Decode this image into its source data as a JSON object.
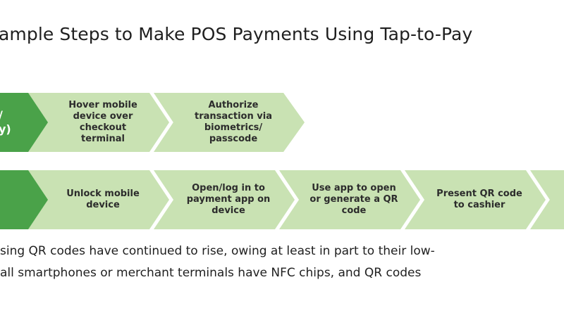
{
  "title": "ample Steps to Make POS Payments Using Tap-to-Pay",
  "row1": {
    "lead_label": "/\ny)",
    "steps": [
      "Hover mobile\ndevice over\ncheckout\nterminal",
      "Authorize\ntransaction via\nbiometrics/\npasscode"
    ]
  },
  "row2": {
    "lead_label": "",
    "steps": [
      "Unlock mobile\ndevice",
      "Open/log in to\npayment app on\ndevice",
      "Use app to open\nor generate a QR\ncode",
      "Present QR code\nto cashier",
      ""
    ]
  },
  "body": {
    "line1": "sing QR codes have continued to rise, owing at least in part to their low-",
    "line2": "all smartphones or merchant terminals have NFC chips, and QR codes"
  },
  "colors": {
    "step_light": "#c9e2b3",
    "step_dark": "#4aa249"
  }
}
